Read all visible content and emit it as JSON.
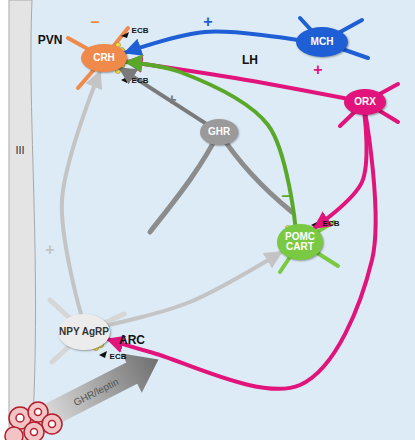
{
  "diagram": {
    "nodes": [
      {
        "text": [
          "MCH"
        ]
      },
      {
        "text": [
          "CRH"
        ]
      },
      {
        "text": [
          "ORX"
        ]
      },
      {
        "text": [
          "GHR"
        ]
      },
      {
        "text": [
          "POMC CART"
        ]
      },
      {
        "text": [
          "NPY AgRP"
        ]
      }
    ],
    "edges": [
      {
        "from": 0,
        "to": 1,
        "arrow": "to",
        "label": "+"
      },
      {
        "from": 2,
        "to": 1,
        "arrow": "to",
        "label": "+"
      },
      {
        "from": 2,
        "to": 4,
        "arrow": "to"
      },
      {
        "from": 2,
        "to": 5,
        "arrow": "to"
      },
      {
        "from": 4,
        "to": 1,
        "arrow": "to",
        "label": "–"
      },
      {
        "from": 3,
        "to": 1,
        "arrow": "to",
        "label": "+"
      },
      {
        "from": 5,
        "to": 1,
        "arrow": "to",
        "label": "+"
      },
      {
        "from": 5,
        "to": 4,
        "arrow": "to"
      }
    ],
    "labels": [
      "III",
      "PVN",
      "ECB",
      "ECB",
      "LH",
      "–",
      "ECB",
      "ARC",
      "ECB",
      "GHR/leptin"
    ]
  }
}
